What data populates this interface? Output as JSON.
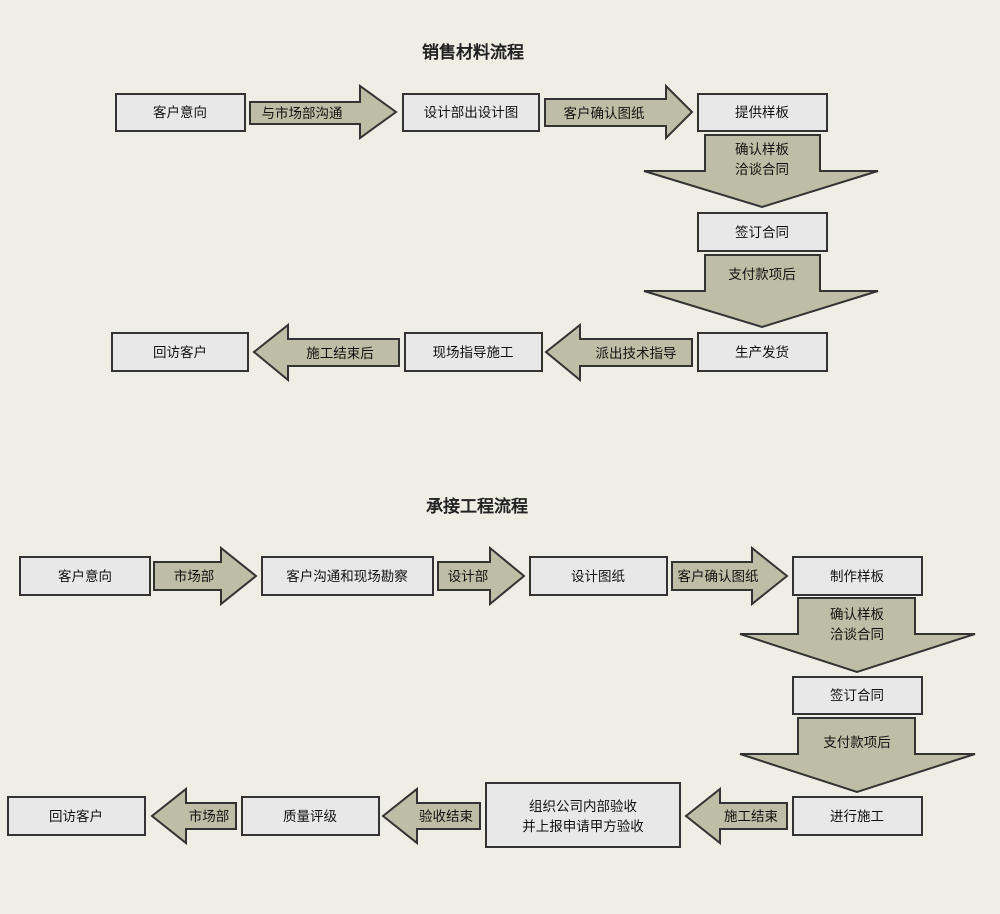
{
  "colors": {
    "background": "#eeeee5",
    "box_fill": "#e8e8e8",
    "box_stroke": "#333333",
    "arrow_fill": "#bebea6",
    "arrow_stroke": "#333333"
  },
  "sales": {
    "title": "销售材料流程",
    "boxes": {
      "customer_intent": "客户意向",
      "design_drawing": "设计部出设计图",
      "provide_sample": "提供样板",
      "sign_contract": "签订合同",
      "produce_ship": "生产发货",
      "onsite_guidance": "现场指导施工",
      "revisit": "回访客户"
    },
    "arrows": {
      "contact_market": "与市场部沟通",
      "customer_confirm": "客户确认图纸",
      "confirm_negotiate": [
        "确认样板",
        "洽谈合同"
      ],
      "pay": "支付款项后",
      "dispatch_tech": "派出技术指导",
      "after_construction": "施工结束后"
    }
  },
  "project": {
    "title": "承接工程流程",
    "boxes": {
      "customer_intent": "客户意向",
      "survey": "客户沟通和现场勘察",
      "design_drawing": "设计图纸",
      "make_sample": "制作样板",
      "sign_contract": "签订合同",
      "construction": "进行施工",
      "internal_acceptance": [
        "组织公司内部验收",
        "并上报申请甲方验收"
      ],
      "quality_rating": "质量评级",
      "revisit": "回访客户"
    },
    "arrows": {
      "market": "市场部",
      "design_dept": "设计部",
      "customer_confirm": "客户确认图纸",
      "confirm_negotiate": [
        "确认样板",
        "洽谈合同"
      ],
      "pay": "支付款项后",
      "construction_done": "施工结束",
      "acceptance_done": "验收结束",
      "market_back": "市场部"
    }
  }
}
